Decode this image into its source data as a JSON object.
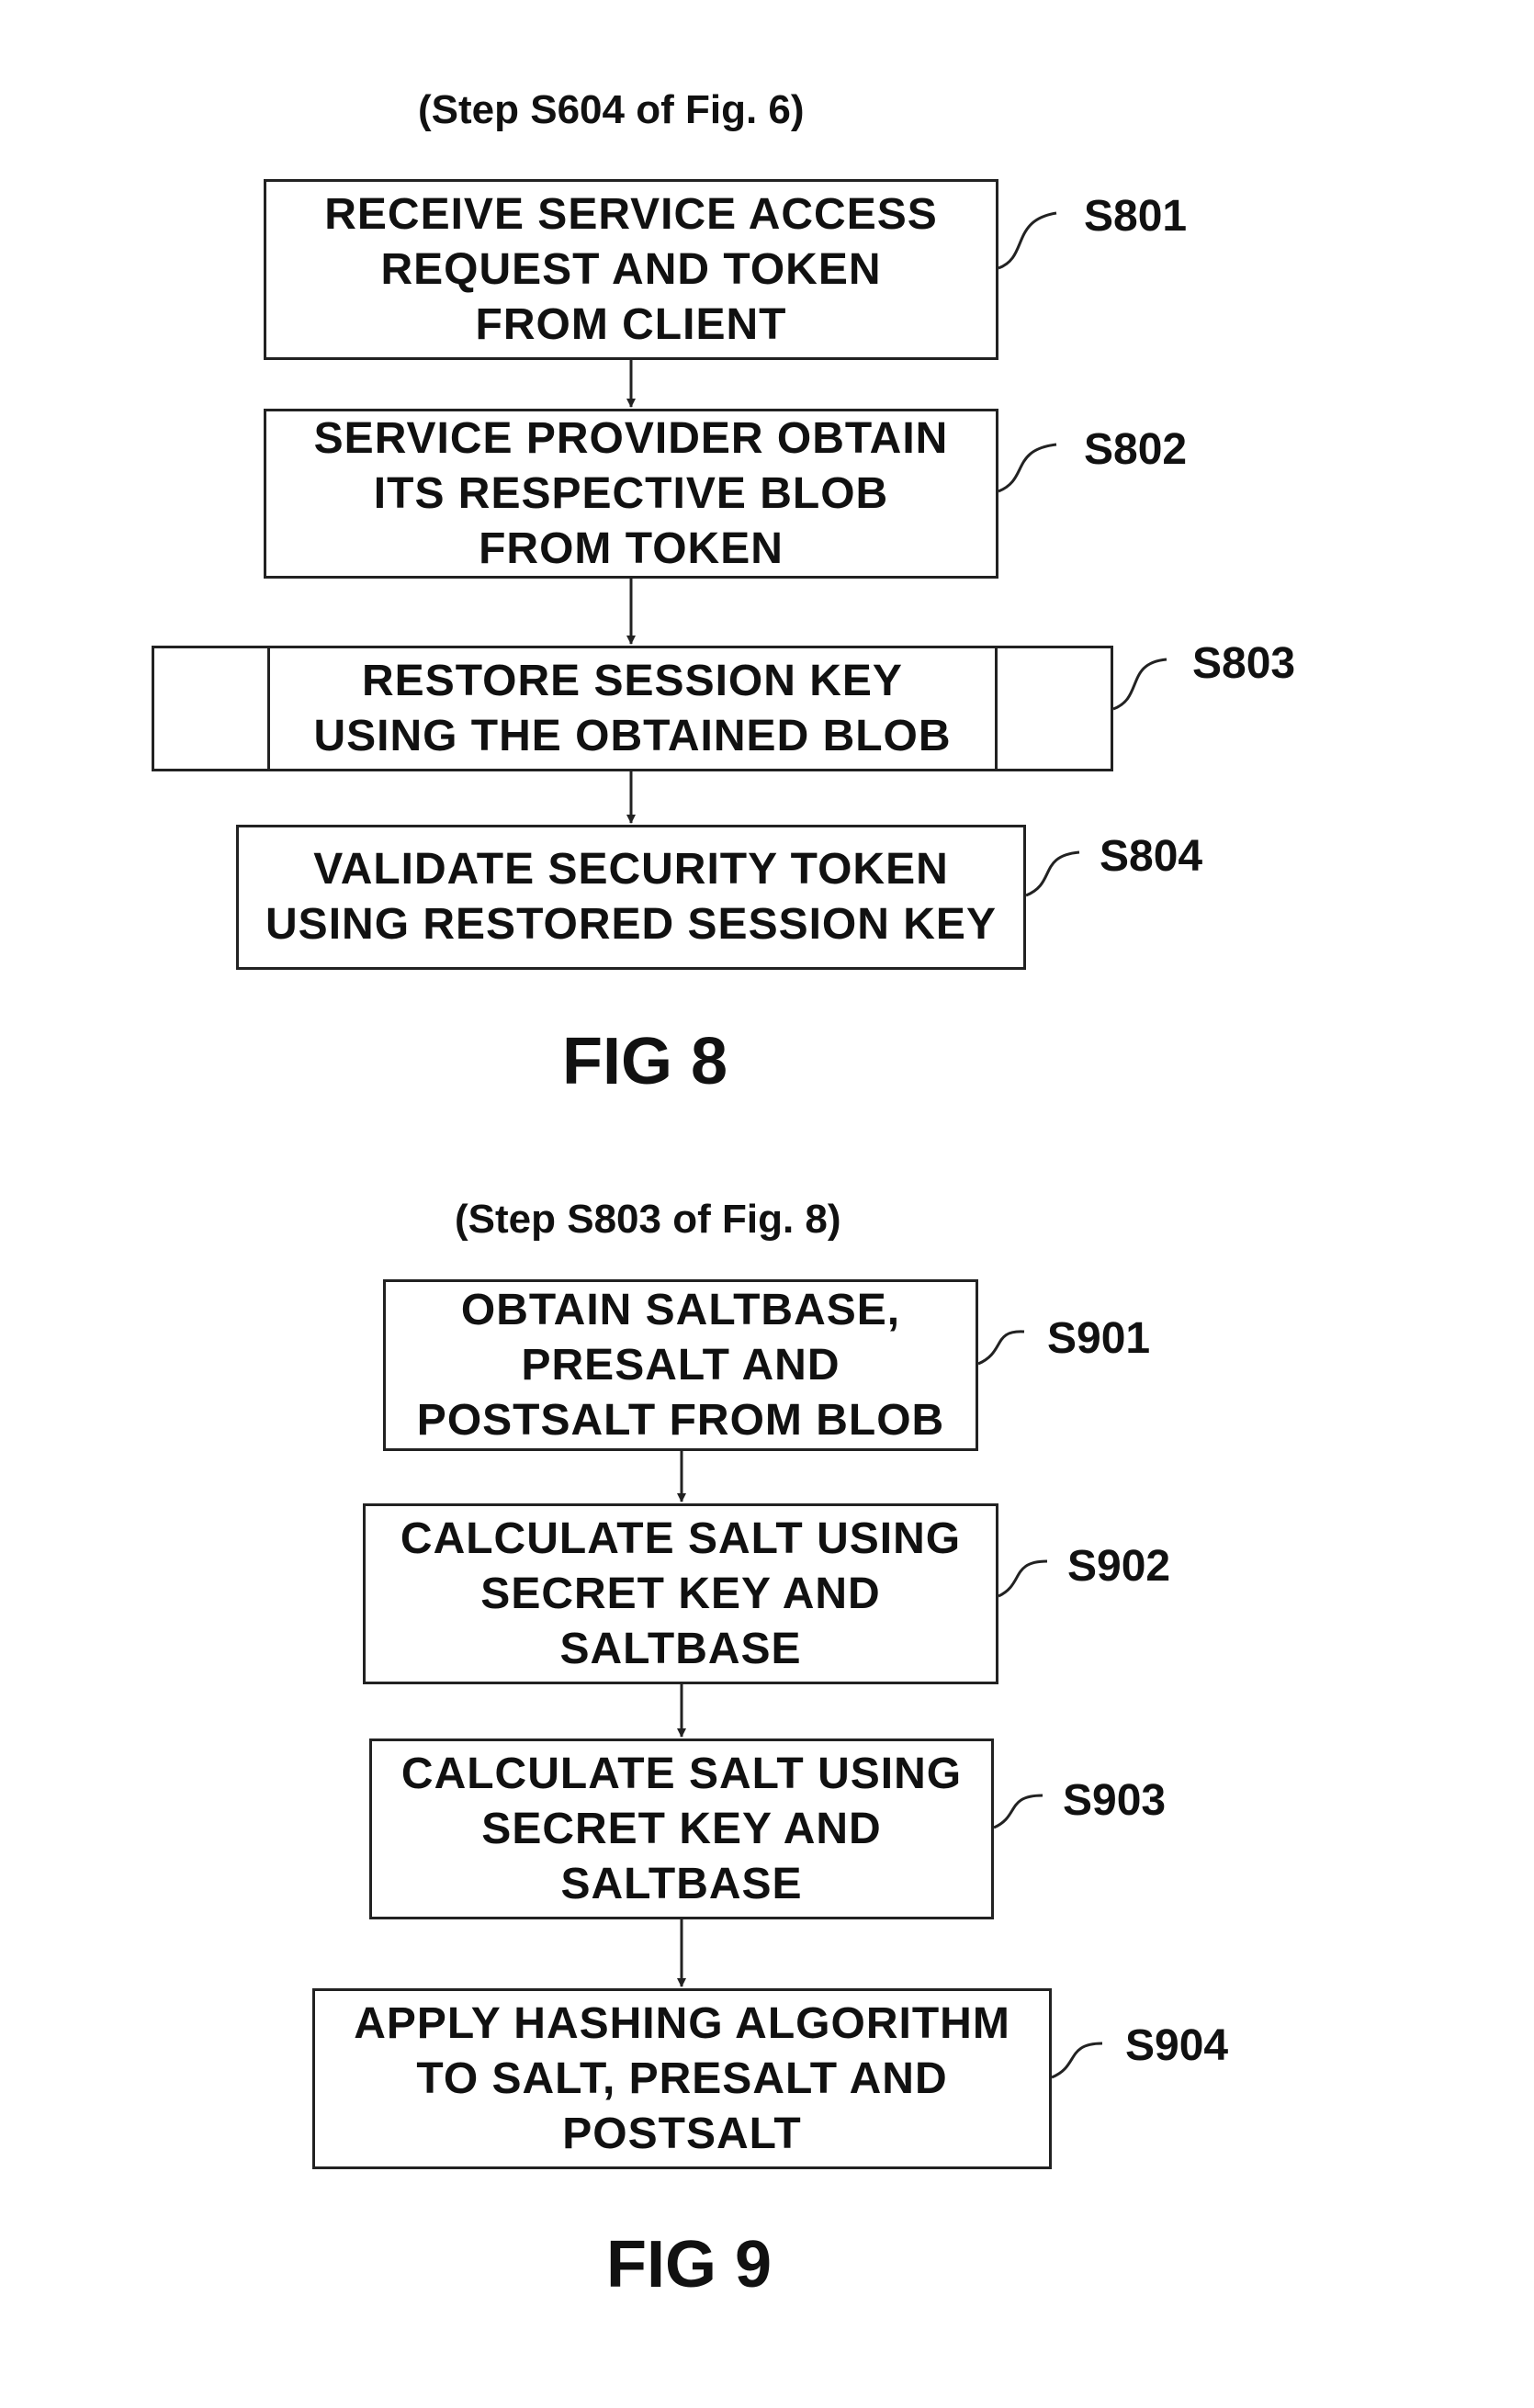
{
  "fig8": {
    "caption": "(Step S604 of Fig. 6)",
    "title": "FIG 8",
    "steps": [
      {
        "id": "S801",
        "lines": [
          "RECEIVE SERVICE ACCESS",
          "REQUEST AND TOKEN",
          "FROM CLIENT"
        ]
      },
      {
        "id": "S802",
        "lines": [
          "SERVICE PROVIDER OBTAIN",
          "ITS RESPECTIVE BLOB",
          "FROM TOKEN"
        ]
      },
      {
        "id": "S803",
        "lines": [
          "RESTORE SESSION KEY",
          "USING THE OBTAINED BLOB"
        ]
      },
      {
        "id": "S804",
        "lines": [
          "VALIDATE SECURITY TOKEN",
          "USING RESTORED SESSION KEY"
        ]
      }
    ]
  },
  "fig9": {
    "caption": "(Step S803 of Fig. 8)",
    "title": "FIG 9",
    "steps": [
      {
        "id": "S901",
        "lines": [
          "OBTAIN SALTBASE,",
          "PRESALT AND",
          "POSTSALT FROM BLOB"
        ]
      },
      {
        "id": "S902",
        "lines": [
          "CALCULATE SALT USING",
          "SECRET KEY AND",
          "SALTBASE"
        ]
      },
      {
        "id": "S903",
        "lines": [
          "CALCULATE SALT USING",
          "SECRET KEY AND",
          "SALTBASE"
        ]
      },
      {
        "id": "S904",
        "lines": [
          "APPLY HASHING ALGORITHM",
          "TO SALT, PRESALT AND",
          "POSTSALT"
        ]
      }
    ]
  }
}
